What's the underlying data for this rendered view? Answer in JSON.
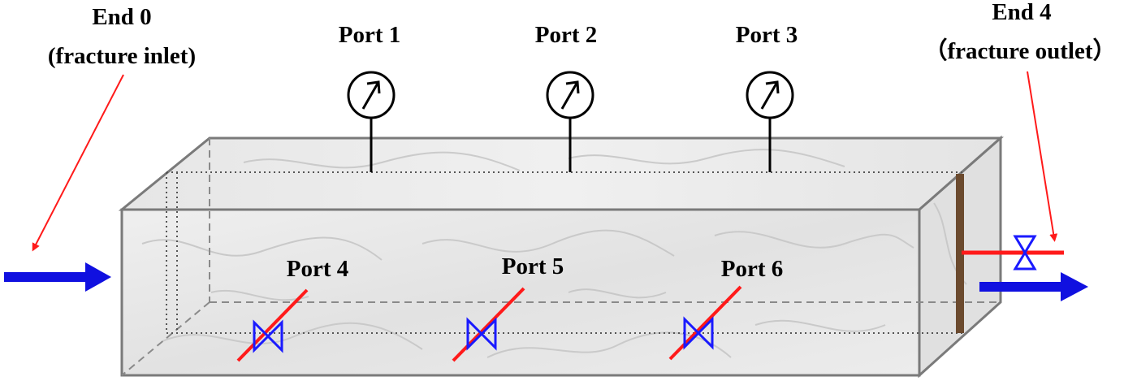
{
  "ends": {
    "inlet": {
      "name": "End 0",
      "desc": "(fracture inlet)"
    },
    "outlet": {
      "name": "End 4",
      "desc": "（fracture outlet）"
    }
  },
  "ports": {
    "top": [
      {
        "label": "Port 1",
        "instrument": "pressure-gauge"
      },
      {
        "label": "Port 2",
        "instrument": "pressure-gauge"
      },
      {
        "label": "Port 3",
        "instrument": "pressure-gauge"
      }
    ],
    "front": [
      {
        "label": "Port 4",
        "instrument": "valve"
      },
      {
        "label": "Port 5",
        "instrument": "valve"
      },
      {
        "label": "Port 6",
        "instrument": "valve"
      }
    ]
  },
  "colors": {
    "flow_arrow": "#1010e0",
    "pointer_arrow": "#ff1a1a",
    "pipe": "#ff1a1a",
    "valve": "#1a1aff",
    "block_edge": "#7a7a7a",
    "block_fill": "#e8e8e8",
    "fracture": "#6b4a2e"
  }
}
